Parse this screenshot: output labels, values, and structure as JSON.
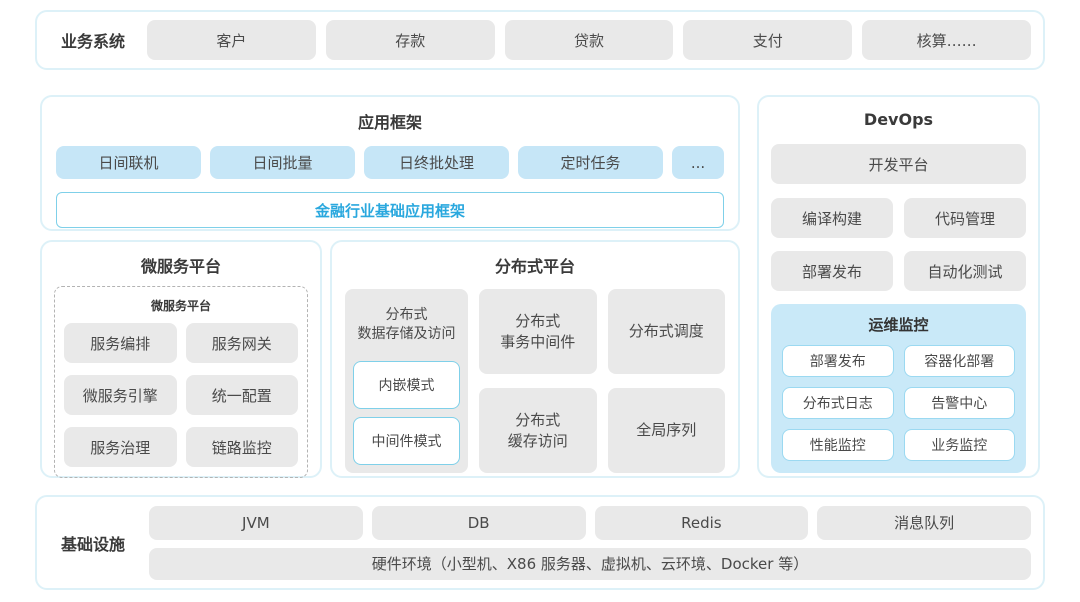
{
  "business": {
    "label": "业务系统",
    "items": [
      "客户",
      "存款",
      "贷款",
      "支付",
      "核算……"
    ]
  },
  "app_framework": {
    "title": "应用框架",
    "modules": [
      "日间联机",
      "日间批量",
      "日终批处理",
      "定时任务",
      "..."
    ],
    "base_framework": "金融行业基础应用框架"
  },
  "devops": {
    "title": "DevOps",
    "dev_platform": "开发平台",
    "tools": [
      "编译构建",
      "代码管理",
      "部署发布",
      "自动化测试"
    ],
    "monitoring": {
      "title": "运维监控",
      "items": [
        "部署发布",
        "容器化部署",
        "分布式日志",
        "告警中心",
        "性能监控",
        "业务监控"
      ]
    }
  },
  "microservice": {
    "title": "微服务平台",
    "inner_title": "微服务平台",
    "items": [
      "服务编排",
      "服务网关",
      "微服务引擎",
      "统一配置",
      "服务治理",
      "链路监控"
    ]
  },
  "distributed": {
    "title": "分布式平台",
    "storage": {
      "title": "分布式\n数据存储及访问",
      "modes": [
        "内嵌模式",
        "中间件模式"
      ]
    },
    "cells": [
      "分布式\n事务中间件",
      "分布式调度",
      "分布式\n缓存访问",
      "全局序列"
    ]
  },
  "infrastructure": {
    "label": "基础设施",
    "items": [
      "JVM",
      "DB",
      "Redis",
      "消息队列"
    ],
    "hardware": "硬件环境（小型机、X86 服务器、虚拟机、云环境、Docker 等）"
  },
  "colors": {
    "accent_blue_text": "#2aa8de",
    "light_blue_fill": "#c6e6f7",
    "panel_blue_fill": "#c9e9f8",
    "gray_fill": "#e9e9e9",
    "card_border": "#ddf1f8",
    "box_blue_border": "#7fd0e9"
  }
}
